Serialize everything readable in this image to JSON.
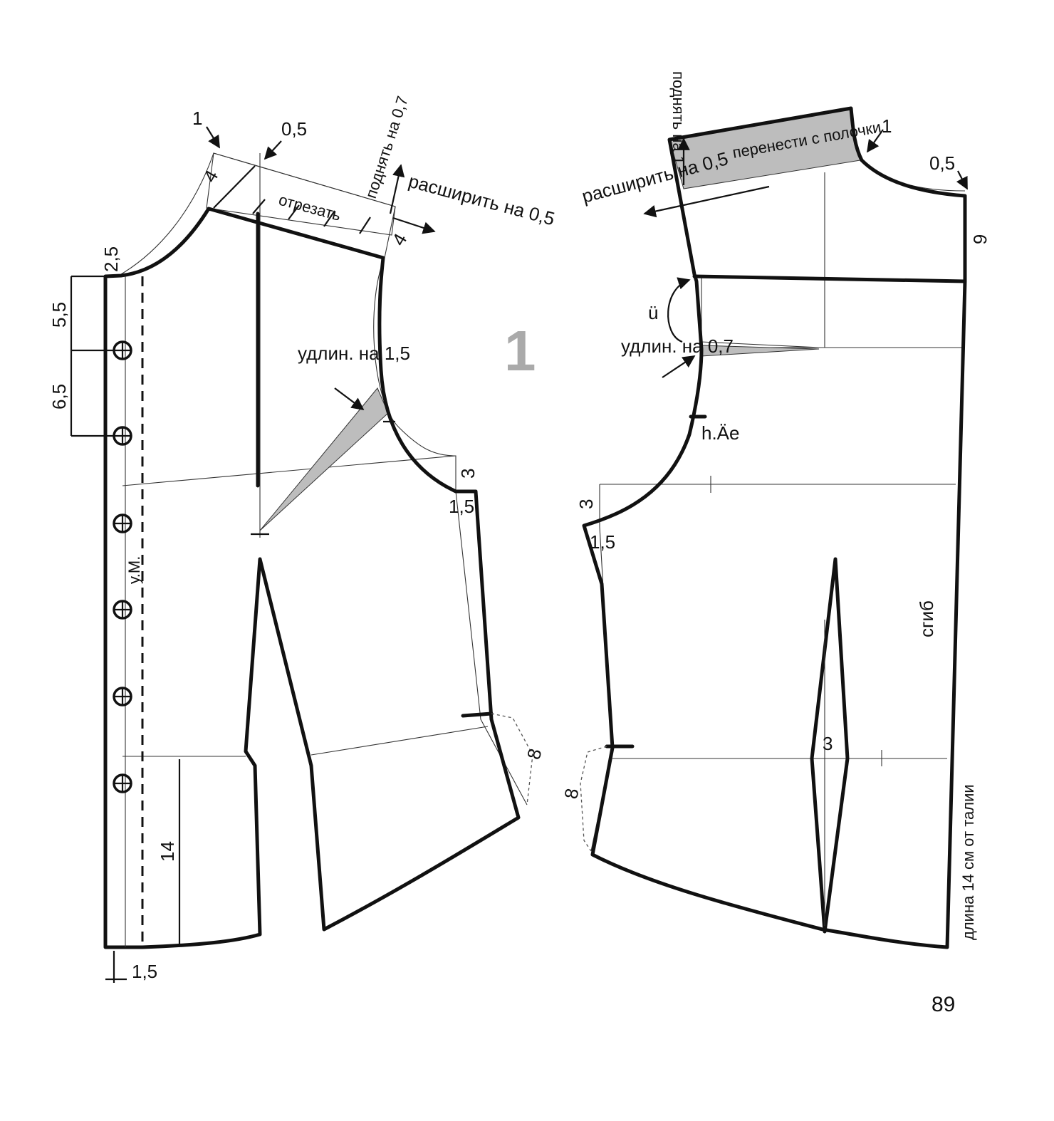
{
  "figure_number": "1",
  "page_number": "89",
  "front": {
    "labels": {
      "shoulder_point": "1",
      "dart_shift": "0,5",
      "raise": "поднять на 0,7",
      "cut_off": "отрезать",
      "widen": "расширить на 0,5",
      "neck_drop": "2,5",
      "shoulder_left": "4",
      "shoulder_right": "4",
      "dim_1": "5,5",
      "dim_2": "6,5",
      "lengthen": "удлин. на 1,5",
      "armhole_3": "3",
      "side_1_5": "1,5",
      "center_front": "у.М.",
      "hem_8": "8",
      "dim_14": "14",
      "ext_1_5": "1,5"
    },
    "buttons": 6
  },
  "back": {
    "labels": {
      "raise": "поднять на 1",
      "transfer": "перенести с полочки",
      "shoulder_point": "1",
      "neck": "0,5",
      "widen": "расширить на 0,5",
      "neck_6": "6",
      "u_mark": "ü",
      "lengthen": "удлин. на 0,7",
      "notch": "h.Äe",
      "armhole_3": "3",
      "side_1_5": "1,5",
      "fold": "сгиб",
      "dart_3": "3",
      "hem_8": "8",
      "length_note": "длина 14 см от талии"
    }
  }
}
